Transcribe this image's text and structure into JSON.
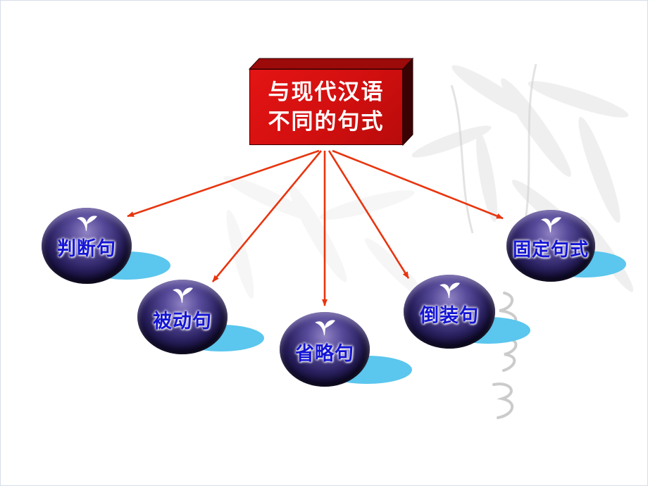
{
  "title": {
    "line1": "与现代汉语",
    "line2": "不同的句式"
  },
  "nodes": [
    {
      "label": "判断句"
    },
    {
      "label": "被动句"
    },
    {
      "label": "省略句"
    },
    {
      "label": "倒装句"
    },
    {
      "label": "固定句式"
    }
  ],
  "colors": {
    "box_red": "#d20f0f",
    "box_top_face": "#9c0a0a",
    "box_side_face": "#3a0202",
    "arrow_red": "#e8350f",
    "label_blue": "#1414d4",
    "shadow_blue": "#5bc6ee",
    "title_text": "#ffffff"
  }
}
